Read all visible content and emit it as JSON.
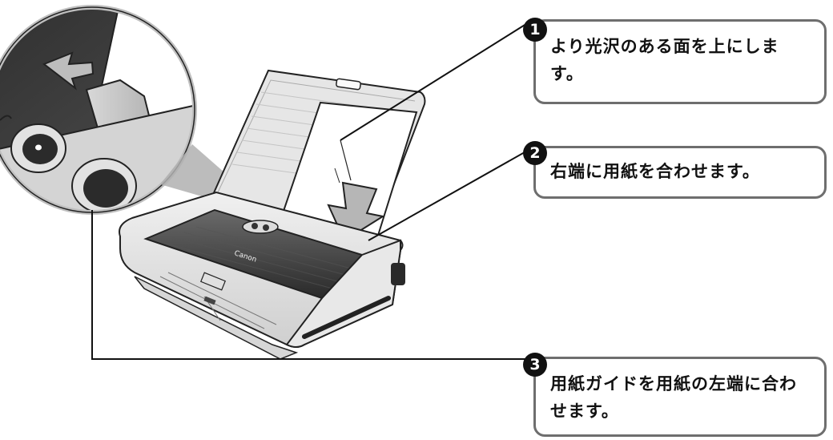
{
  "steps": [
    {
      "number": "1",
      "text": "より光沢のある面を上にします。"
    },
    {
      "number": "2",
      "text": "右端に用紙を合わせます。"
    },
    {
      "number": "3",
      "text": "用紙ガイドを用紙の左端に合わせます。"
    }
  ],
  "printer_logo": "Canon",
  "colors": {
    "line": "#111111",
    "callout_border": "#6e6e6e",
    "magnifier_dark": "#3a3a3a"
  }
}
